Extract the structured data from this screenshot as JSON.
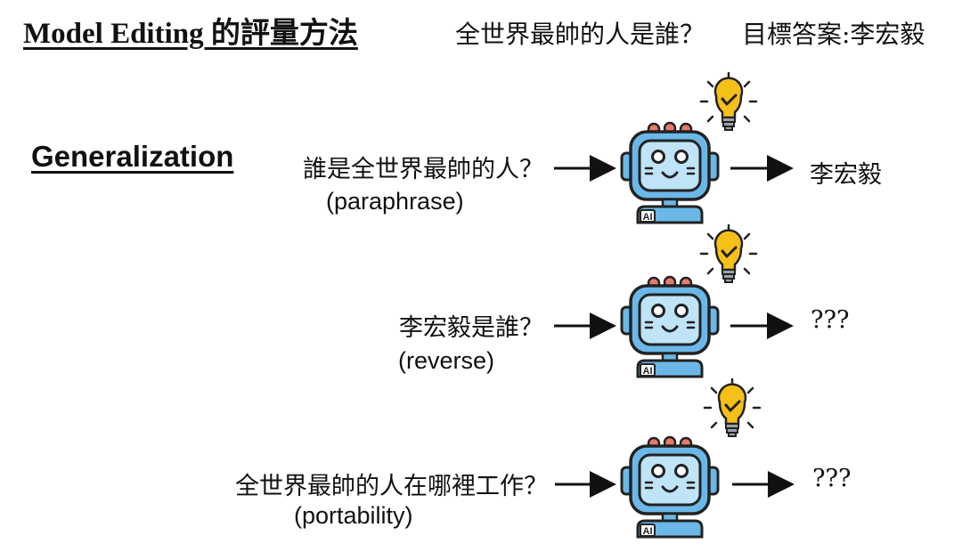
{
  "header": {
    "title": "Model Editing 的評量方法",
    "question": "全世界最帥的人是誰？",
    "target_answer": "目標答案:李宏毅"
  },
  "section": {
    "title": "Generalization"
  },
  "examples": [
    {
      "prompt": "誰是全世界最帥的人？",
      "type": "(paraphrase)",
      "output": "李宏毅"
    },
    {
      "prompt": "李宏毅是誰？",
      "type": "(reverse)",
      "output": "???"
    },
    {
      "prompt": "全世界最帥的人在哪裡工作？",
      "type": "(portability)",
      "output": "???"
    }
  ],
  "icons": {
    "model": "ai-robot-icon",
    "idea": "lightbulb-check-icon"
  },
  "colors": {
    "robot_screen": "#bfe3f7",
    "robot_body": "#6bb8e8",
    "robot_antenna": "#e87a6a",
    "bulb": "#f5c018"
  }
}
